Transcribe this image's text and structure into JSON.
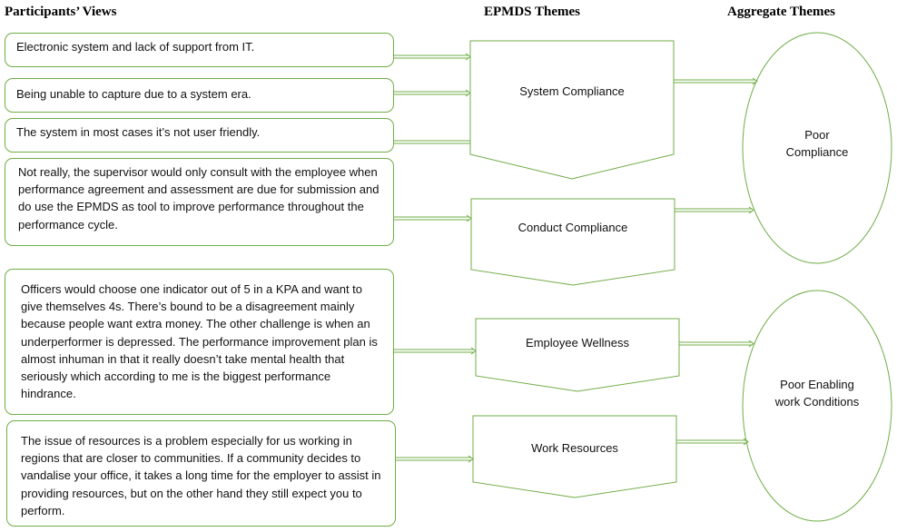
{
  "headers": {
    "participants": "Participants’ Views",
    "epmds": "EPMDS Themes",
    "aggregate": "Aggregate Themes"
  },
  "participant_views": [
    "Electronic system and lack of support from IT.",
    "Being unable to capture due to a system era.",
    "The system in most cases it’s not user friendly.",
    "Not really, the supervisor would only consult with the employee when performance agreement and assessment are due for submission and do use the EPMDS as tool to improve performance throughout the performance cycle.",
    "Officers would choose one indicator out of 5 in a KPA and want to give themselves 4s. There’s bound to be a disagreement mainly because people want extra money. The other challenge is when an underperformer is depressed. The performance improvement plan is almost inhuman in that it really doesn’t take mental health that seriously which according to me is the biggest performance hindrance.",
    "The issue of resources is a problem especially for us working in regions that are closer to communities. If a community decides to vandalise your office, it takes a long time for the employer to assist in providing resources, but on the other hand they still expect you to perform."
  ],
  "epmds_themes": [
    "System Compliance",
    "Conduct Compliance",
    "Employee Wellness",
    "Work Resources"
  ],
  "aggregate_themes": [
    "Poor Compliance",
    "Poor Enabling work Conditions"
  ],
  "colors": {
    "outline": "#70ad47",
    "text": "#111111"
  }
}
